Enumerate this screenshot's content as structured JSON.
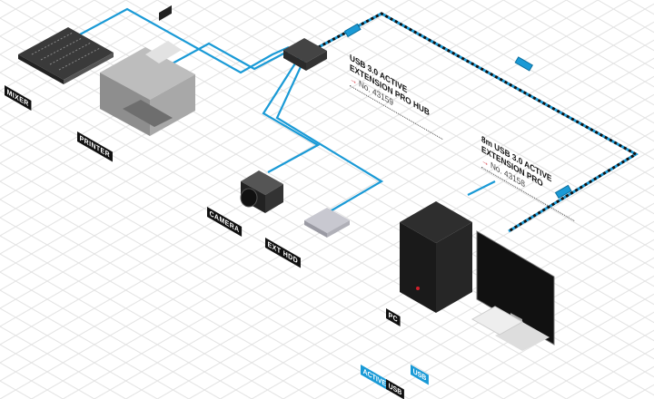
{
  "devices": {
    "mixer": "MIXER",
    "printer": "PRINTER",
    "camera": "CAMERA",
    "ext_hdd": "EXT HDD",
    "pc": "PC"
  },
  "callouts": [
    {
      "line1": "USB 3.0 ACTIVE",
      "line2": "EXTENSION PRO HUB",
      "number": "No. 43159"
    },
    {
      "line1": "8m USB 3.0 ACTIVE",
      "line2": "EXTENSION PRO",
      "number": "No. 43158"
    }
  ],
  "legend": {
    "active_a": "ACTIVE",
    "active_b": "USB",
    "usb": "USB"
  },
  "colors": {
    "usb": "#1a9ad6",
    "active": "#1a9ad6",
    "dark": "#111111",
    "accent": "#d0202b"
  }
}
